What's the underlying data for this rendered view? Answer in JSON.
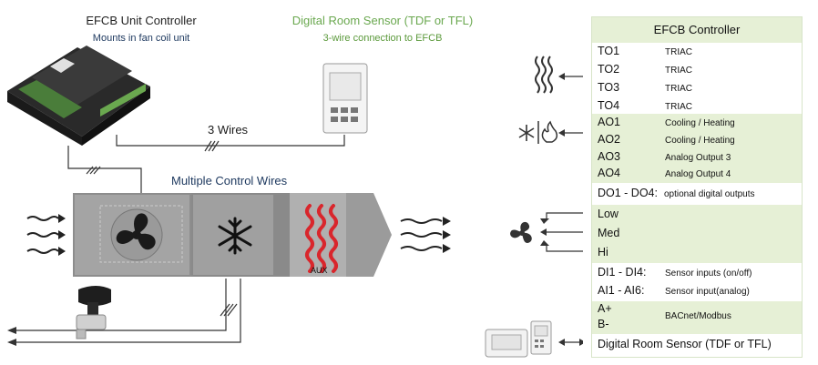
{
  "unit_controller": {
    "title": "EFCB Unit Controller",
    "subtitle": "Mounts in fan coil unit"
  },
  "room_sensor": {
    "title": "Digital Room Sensor (TDF or TFL)",
    "subtitle": "3-wire connection to EFCB"
  },
  "wires_label": "3 Wires",
  "control_wires_label": "Multiple Control Wires",
  "aux_label": "AUX",
  "controller_table": {
    "header": "EFCB Controller",
    "triac_rows": [
      {
        "name": "TO1",
        "value": "TRIAC"
      },
      {
        "name": "TO2",
        "value": "TRIAC"
      },
      {
        "name": "TO3",
        "value": "TRIAC"
      },
      {
        "name": "TO4",
        "value": "TRIAC"
      }
    ],
    "analog_rows": [
      {
        "name": "AO1",
        "value": "Cooling / Heating"
      },
      {
        "name": "AO2",
        "value": "Cooling / Heating"
      },
      {
        "name": "AO3",
        "value": "Analog Output 3"
      },
      {
        "name": "AO4",
        "value": "Analog Output 4"
      }
    ],
    "digital_out": {
      "name": "DO1 - DO4:",
      "value": "optional digital outputs"
    },
    "fan_speeds": [
      "Low",
      "Med",
      "Hi"
    ],
    "inputs": [
      {
        "name": "DI1 - DI4:",
        "value": "Sensor inputs (on/off)"
      },
      {
        "name": "AI1 - AI6:",
        "value": "Sensor input(analog)"
      }
    ],
    "bus": {
      "a": "A+",
      "b": "B-",
      "value": "BACnet/Modbus"
    },
    "room_sensor_row": "Digital Room Sensor (TDF or TFL)"
  },
  "icons": [
    "heat-wave-icon",
    "snowflake-icon",
    "flame-icon",
    "fan-icon",
    "room-sensor-icon",
    "valve-actuator-icon",
    "controller-board-icon"
  ],
  "colors": {
    "table_green": "#e6f0d6",
    "coil_red": "#d9262c",
    "sensor_green": "#6aa84f",
    "subtitle_blue": "#1f3a60"
  }
}
